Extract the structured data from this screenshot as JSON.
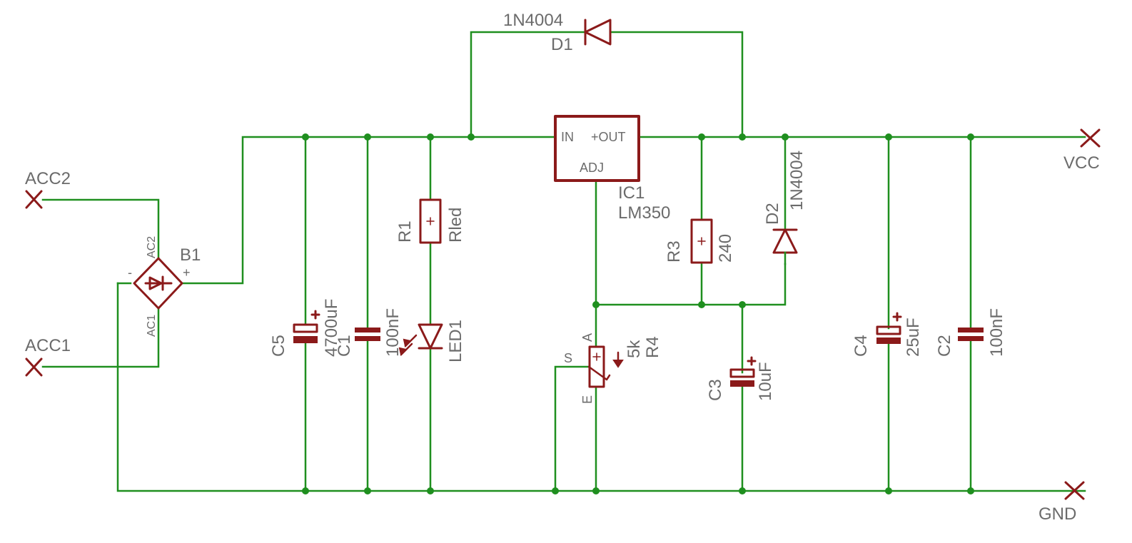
{
  "nets": {
    "acc2": "ACC2",
    "acc1": "ACC1",
    "vcc": "VCC",
    "gnd": "GND"
  },
  "bridge": {
    "name": "B1",
    "pin_ac2": "AC2",
    "pin_ac1": "AC1",
    "pin_minus": "-",
    "pin_plus": "+"
  },
  "c5": {
    "name": "C5",
    "value": "4700uF"
  },
  "c1": {
    "name": "C1",
    "value": "100nF"
  },
  "r1": {
    "name": "R1",
    "value": "Rled"
  },
  "led1": {
    "name": "LED1"
  },
  "d1": {
    "name": "D1",
    "value": "1N4004"
  },
  "ic1": {
    "name": "IC1",
    "value": "LM350",
    "pin_in": "IN",
    "pin_out": "+OUT",
    "pin_adj": "ADJ"
  },
  "r3": {
    "name": "R3",
    "value": "240"
  },
  "d2": {
    "name": "D2",
    "value": "1N4004"
  },
  "r4": {
    "name": "R4",
    "value": "5k",
    "pin_a": "A",
    "pin_s": "S",
    "pin_e": "E"
  },
  "c3": {
    "name": "C3",
    "value": "10uF"
  },
  "c4": {
    "name": "C4",
    "value": "25uF"
  },
  "c2": {
    "name": "C2",
    "value": "100nF"
  },
  "colors": {
    "wire": "#1f8f1f",
    "part": "#8b1a1a",
    "label": "#6b6b6b"
  }
}
